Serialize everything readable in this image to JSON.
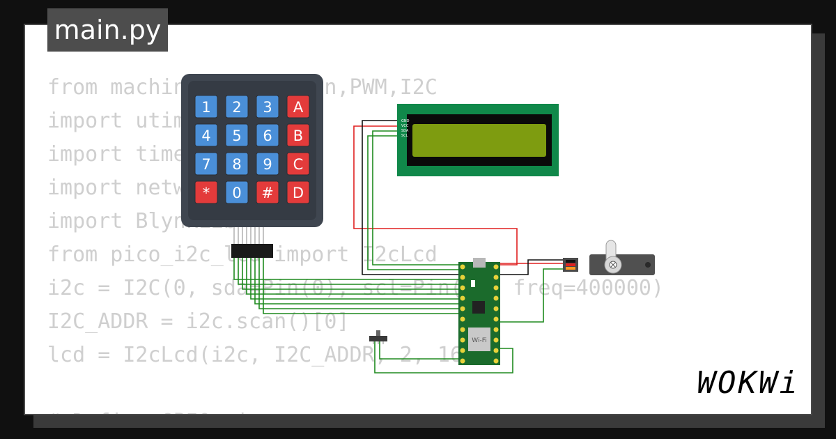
{
  "file_tab": {
    "label": "main.py"
  },
  "code_lines": [
    "from machine import Pin,PWM,I2C",
    "import utime",
    "import time",
    "import network",
    "import BlynkLib",
    "from pico_i2c_lcd import I2cLcd",
    "i2c = I2C(0, sda=Pin(0), scl=Pin(1), freq=400000)",
    "I2C_ADDR = i2c.scan()[0]",
    "lcd = I2cLcd(i2c, I2C_ADDR, 2, 16)",
    "",
    "# Define GPIO pins"
  ],
  "keypad": {
    "keys": [
      [
        "1",
        "2",
        "3",
        "A"
      ],
      [
        "4",
        "5",
        "6",
        "B"
      ],
      [
        "7",
        "8",
        "9",
        "C"
      ],
      [
        "*",
        "0",
        "#",
        "D"
      ]
    ]
  },
  "lcd_pins": [
    "GND",
    "VCC",
    "SDA",
    "SCL"
  ],
  "pico": {
    "wifi_label": "Wi-Fi"
  },
  "logo": {
    "text": "WOKWi"
  },
  "colors": {
    "background": "#101010",
    "card": "#ffffff",
    "code_text": "#cfcfcf",
    "tab": "#4d4d4d",
    "keypad_body": "#3f4650",
    "key_blue": "#4a8fd8",
    "key_red": "#e33b3b",
    "lcd_board": "#10884a",
    "lcd_screen": "#7e9c10",
    "pico_board": "#1b6b2c",
    "wire_red": "#e02020",
    "wire_black": "#111111",
    "wire_green": "#1e8a1e"
  }
}
